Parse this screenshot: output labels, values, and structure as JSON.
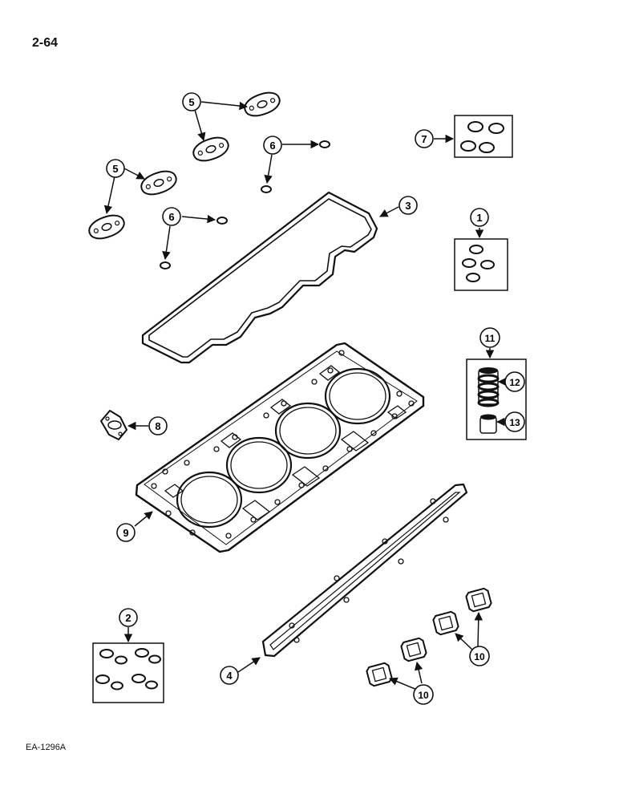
{
  "page": {
    "number": "2-64",
    "figure_code": "EA-1296A"
  },
  "callouts": {
    "c1": "1",
    "c2": "2",
    "c3": "3",
    "c4": "4",
    "c5": "5",
    "c6": "6",
    "c7": "7",
    "c8": "8",
    "c9": "9",
    "c10": "10",
    "c11": "11",
    "c12": "12",
    "c13": "13"
  }
}
